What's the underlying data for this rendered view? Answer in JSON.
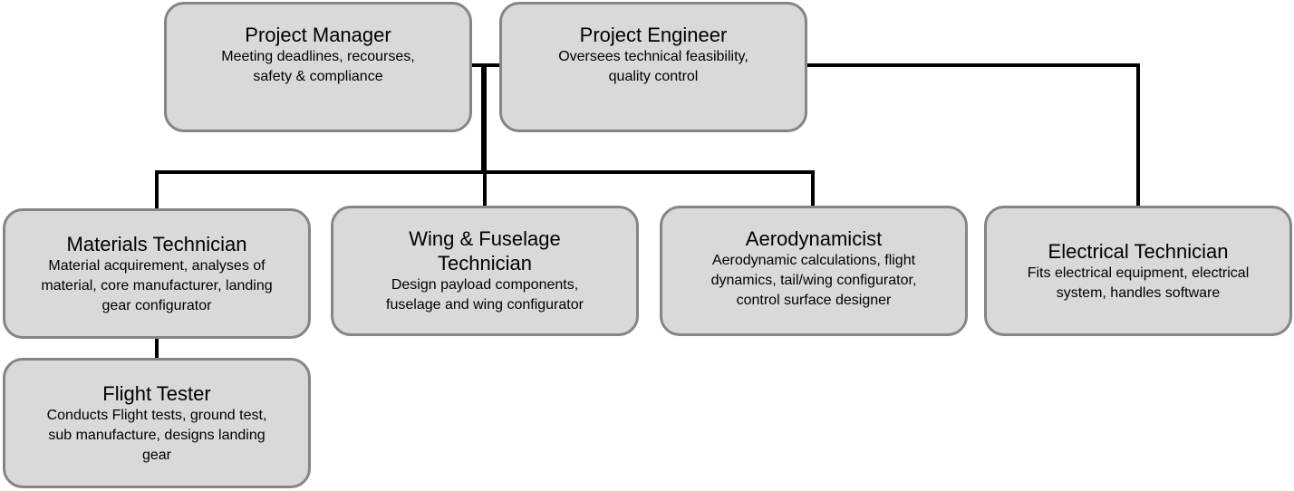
{
  "nodes": {
    "project_manager": {
      "title": "Project Manager",
      "description": "Meeting deadlines, recourses, safety & compliance"
    },
    "project_engineer": {
      "title": "Project Engineer",
      "description": "Oversees technical feasibility, quality control"
    },
    "materials_technician": {
      "title": "Materials Technician",
      "description": "Material acquirement, analyses of material, core manufacturer, landing gear configurator"
    },
    "wing_fuselage_technician": {
      "title": "Wing & Fuselage Technician",
      "description": "Design payload components, fuselage and wing configurator"
    },
    "aerodynamicist": {
      "title": "Aerodynamicist",
      "description": "Aerodynamic calculations, flight dynamics, tail/wing configurator, control surface designer"
    },
    "electrical_technician": {
      "title": "Electrical Technician",
      "description": "Fits electrical equipment, electrical system, handles software"
    },
    "flight_tester": {
      "title": "Flight Tester",
      "description": "Conducts Flight tests, ground test, sub manufacture, designs landing gear"
    }
  },
  "colors": {
    "box_fill": "#d9d9d9",
    "box_border": "#858585",
    "connector": "#000000",
    "text": "#000000"
  }
}
